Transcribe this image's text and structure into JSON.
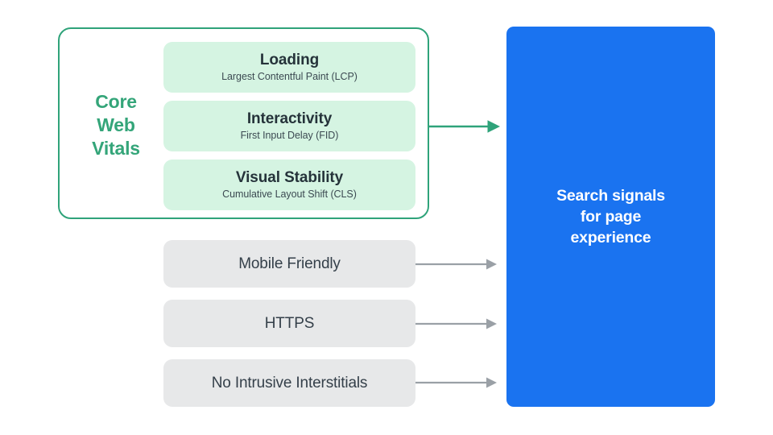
{
  "diagram": {
    "title": "Search signals for page experience",
    "colors": {
      "mint_card": "#d5f4e2",
      "green_outline": "#2fa37a",
      "green_text": "#34a579",
      "gray_card": "#e7e8e9",
      "gray_arrow": "#9aa0a6",
      "blue_panel": "#1a73f0",
      "dark_text": "#25333a",
      "background": "#ffffff"
    }
  },
  "core_web_vitals": {
    "group_label": "Core\nWeb\nVitals",
    "group_label_lines": [
      "Core",
      "Web",
      "Vitals"
    ],
    "metrics": [
      {
        "title": "Loading",
        "subtitle": "Largest Contentful Paint (LCP)",
        "abbrev": "LCP"
      },
      {
        "title": "Interactivity",
        "subtitle": "First Input Delay (FID)",
        "abbrev": "FID"
      },
      {
        "title": "Visual Stability",
        "subtitle": "Cumulative Layout Shift (CLS)",
        "abbrev": "CLS"
      }
    ]
  },
  "other_signals": [
    {
      "label": "Mobile Friendly"
    },
    {
      "label": "HTTPS"
    },
    {
      "label": "No Intrusive Interstitials"
    }
  ],
  "result_panel": {
    "text": "Search signals\nfor page\nexperience",
    "lines": [
      "Search signals",
      "for page",
      "experience"
    ]
  },
  "connectors": [
    {
      "name": "core-web-vitals-arrow",
      "color": "#2fa37a",
      "from": "core-web-vitals-group",
      "to": "result-panel"
    },
    {
      "name": "mobile-friendly-arrow",
      "color": "#9aa0a6",
      "from": "signal-mobile-friendly",
      "to": "result-panel"
    },
    {
      "name": "https-arrow",
      "color": "#9aa0a6",
      "from": "signal-https",
      "to": "result-panel"
    },
    {
      "name": "no-intrusive-interstitials-arrow",
      "color": "#9aa0a6",
      "from": "signal-no-intrusive-interstitials",
      "to": "result-panel"
    }
  ]
}
